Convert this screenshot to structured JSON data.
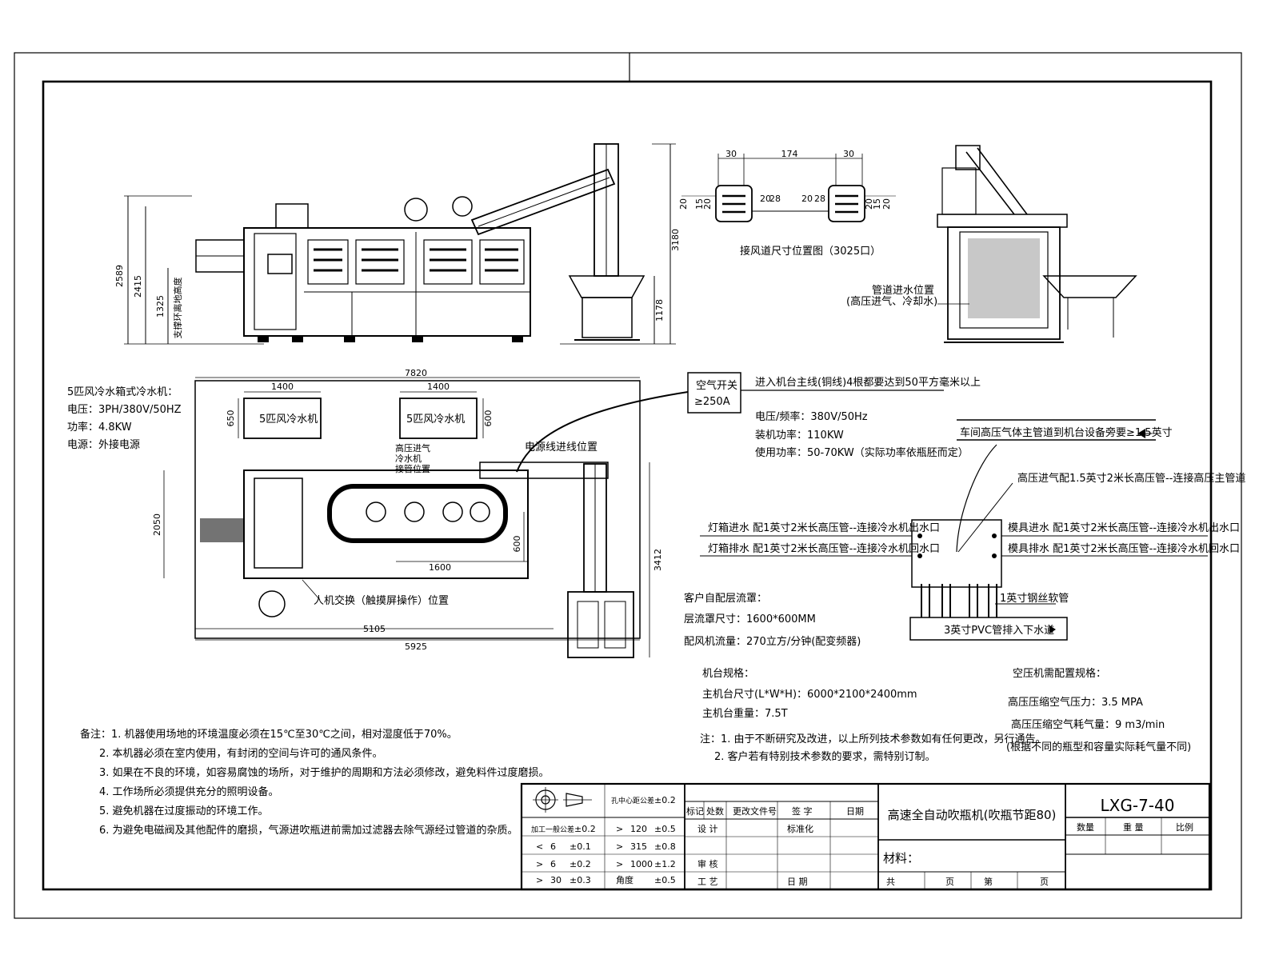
{
  "drawing": {
    "side_view": {
      "dims": [
        "2589",
        "2415",
        "1325",
        "支撑环离地高度",
        "3180",
        "1178"
      ]
    },
    "duct_detail": {
      "dims": [
        "30",
        "174",
        "30",
        "20",
        "15",
        "20",
        "20",
        "28",
        "20",
        "28",
        "20",
        "15",
        "20"
      ],
      "caption": "接风道尺寸位置图（3025口）"
    },
    "end_view": {
      "note_line1": "管道进水位置",
      "note_line2": "(高压进气、冷却水)"
    },
    "chiller_spec": {
      "title": "5匹风冷水箱式冷水机：",
      "voltage": "电压：3PH/380V/50HZ",
      "power": "功率：4.8KW",
      "source": "电源：外接电源"
    },
    "plan_view": {
      "dims": [
        "7820",
        "1400",
        "1400",
        "650",
        "600",
        "2050",
        "600",
        "1600",
        "3412",
        "5105",
        "5925"
      ],
      "chiller_label": "5匹风冷水机",
      "inlet_label_1": "高压进气",
      "inlet_label_2": "冷水机",
      "inlet_label_3": "接管位置",
      "power_line_label": "电源线进线位置",
      "hmi_label": "人机交换（触摸屏操作）位置"
    },
    "air_switch": {
      "line1": "空气开关",
      "line2": "≥250A",
      "main_line": "进入机台主线(铜线)4根都要达到50平方毫米以上"
    },
    "power_spec": {
      "voltage": "电压/频率：380V/50Hz",
      "installed": "装机功率：110KW",
      "usage": "使用功率：50-70KW（实际功率依瓶胚而定）"
    },
    "piping": {
      "main_pipe": "车间高压气体主管道到机台设备旁要≥1.5英寸",
      "hp_inlet": "高压进气配1.5英寸2米长高压管--连接高压主管道",
      "lamp_in": "灯箱进水 配1英寸2米长高压管--连接冷水机出水口",
      "lamp_out": "灯箱排水 配1英寸2米长高压管--连接冷水机回水口",
      "mold_in": "模具进水 配1英寸2米长高压管--连接冷水机出水口",
      "mold_out": "模具排水 配1英寸2米长高压管--连接冷水机回水口",
      "steel_hose": "1英寸钢丝软管",
      "pvc_drain": "3英寸PVC管排入下水道"
    },
    "laminar": {
      "title": "客户自配层流罩：",
      "size": "层流罩尺寸：1600*600MM",
      "fan": "配风机流量：270立方/分钟(配变频器)"
    },
    "machine_spec": {
      "title": "机台规格：",
      "size": "主机台尺寸(L*W*H)：6000*2100*2400mm",
      "weight": "主机台重量：7.5T"
    },
    "compressor": {
      "title": "空压机需配置规格：",
      "pressure": "高压压缩空气压力：3.5 MPA",
      "consumption": "高压压缩空气耗气量：9 m3/min",
      "note": "(根据不同的瓶型和容量实际耗气量不同)"
    },
    "notes_mid": {
      "line1": "注：1. 由于不断研究及改进，以上所列技术参数如有任何更改，另行通告。",
      "line2": "2. 客户若有特别技术参数的要求，需特别订制。"
    },
    "notes_main": [
      "备注：1. 机器使用场地的环境温度必须在15℃至30℃之间，相对湿度低于70%。",
      "2. 本机器必须在室内使用，有封闭的空间与许可的通风条件。",
      "3. 如果在不良的环境，如容易腐蚀的场所，对于维护的周期和方法必须修改，避免料件过度磨损。",
      "4. 工作场所必须提供充分的照明设备。",
      "5. 避免机器在过度振动的环境工作。",
      "6. 为避免电磁阀及其他配件的磨损，气源进吹瓶进前需加过滤器去除气源经过管道的杂质。"
    ]
  },
  "title_block": {
    "tolerance": {
      "concentricity": "孔中心距公差",
      "concentricity_val": "±0.2",
      "general": "加工一般公差",
      "general_val": "±0.2",
      "rows": [
        [
          "<",
          "6",
          "±0.1",
          ">",
          "120",
          "±0.5"
        ],
        [
          ">",
          "6",
          "±0.2",
          ">",
          "315",
          "±0.8"
        ],
        [
          ">",
          "30",
          "±0.3",
          ">",
          "1000",
          "±1.2"
        ]
      ],
      "angle": "角度",
      "angle_val": "±0.5"
    },
    "revision": {
      "headers": [
        "标记",
        "处数",
        "更改文件号",
        "签 字",
        "日期"
      ],
      "design": "设 计",
      "standard": "标准化",
      "review": "审 核",
      "process": "工 艺",
      "date": "日 期"
    },
    "title": "高速全自动吹瓶机(吹瓶节距80)",
    "material": "材料：",
    "pages": [
      "共",
      "页",
      "第",
      "页"
    ],
    "drawing_no": "LXG-7-40",
    "qty_headers": [
      "数量",
      "重 量",
      "比例"
    ]
  }
}
